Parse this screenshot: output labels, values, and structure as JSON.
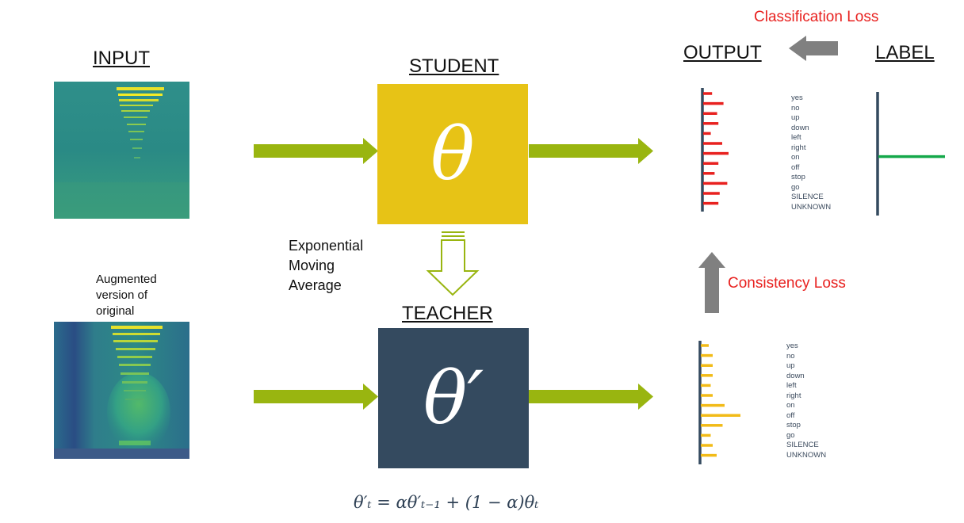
{
  "labels": {
    "input": "INPUT",
    "student": "STUDENT",
    "teacher": "TEACHER",
    "output": "OUTPUT",
    "label": "LABEL",
    "augmented": [
      "Augmented",
      "version of",
      "original"
    ],
    "ema": [
      "Exponential",
      "Moving",
      "Average"
    ],
    "classification_loss": "Classification Loss",
    "consistency_loss": "Consistency Loss",
    "student_symbol": "θ",
    "teacher_symbol": "θ′",
    "formula": "θ′ₜ = αθ′ₜ₋₁ + (1 − α)θₜ"
  },
  "classes": [
    "yes",
    "no",
    "up",
    "down",
    "left",
    "right",
    "on",
    "off",
    "stop",
    "go",
    "SILENCE",
    "UNKNOWN"
  ],
  "student_output": [
    0.35,
    0.8,
    0.55,
    0.6,
    0.3,
    0.75,
    1.0,
    0.6,
    0.45,
    0.95,
    0.65,
    0.6
  ],
  "teacher_output": [
    0.2,
    0.3,
    0.3,
    0.3,
    0.25,
    0.3,
    0.6,
    1.0,
    0.55,
    0.25,
    0.3,
    0.4
  ],
  "label_output": [
    0,
    0,
    0,
    0,
    0,
    0,
    1,
    0,
    0,
    0,
    0,
    0
  ],
  "colors": {
    "student_box": "#e7c316",
    "teacher_box": "#344a5f",
    "flow_arrow": "#99b510",
    "loss_arrow": "#808080",
    "student_bars": "#e8211f",
    "teacher_bars": "#f2bb17",
    "label_bar": "#14a84a",
    "axis": "#344a5f"
  }
}
